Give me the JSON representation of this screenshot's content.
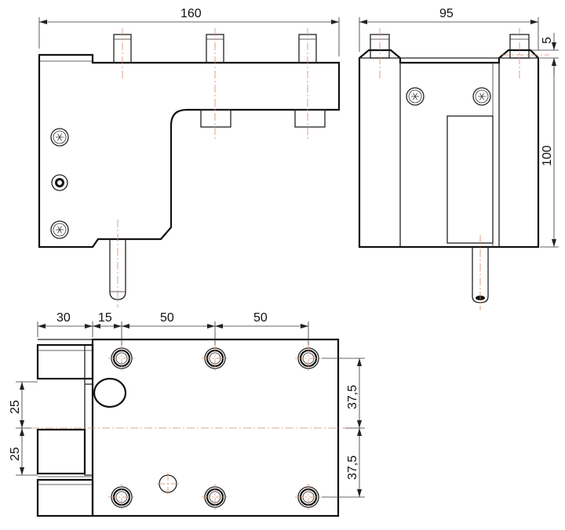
{
  "drawing": {
    "front_view": {
      "width_label": "160"
    },
    "side_view": {
      "width_label": "95",
      "height_label": "100",
      "offset_label": "5"
    },
    "top_view": {
      "dim_30": "30",
      "dim_15": "15",
      "dim_50_a": "50",
      "dim_50_b": "50",
      "dim_25_a": "25",
      "dim_25_b": "25",
      "dim_375_a": "37,5",
      "dim_375_b": "37,5"
    }
  }
}
